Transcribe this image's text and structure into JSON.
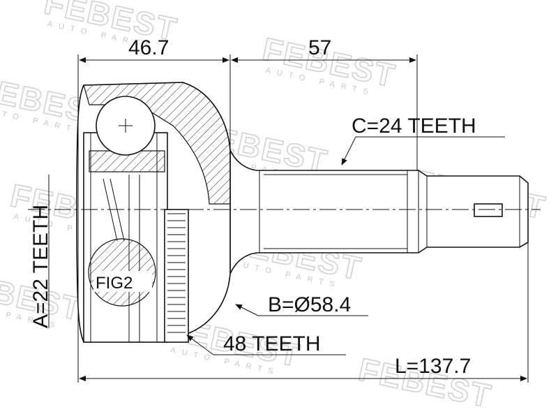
{
  "brand": {
    "watermark": "FEBEST",
    "watermark_sub": "AUTO PARTS"
  },
  "dimensions": {
    "length_outer_body": "46.7",
    "length_shaft": "57",
    "spline_c": "C=24 TEETH",
    "spline_a": "A=22 TEETH",
    "diameter_b": "B=Ø58.4",
    "abs_ring": "48 TEETH",
    "total_length": "L=137.7"
  },
  "callouts": {
    "fig2": "FIG2"
  }
}
